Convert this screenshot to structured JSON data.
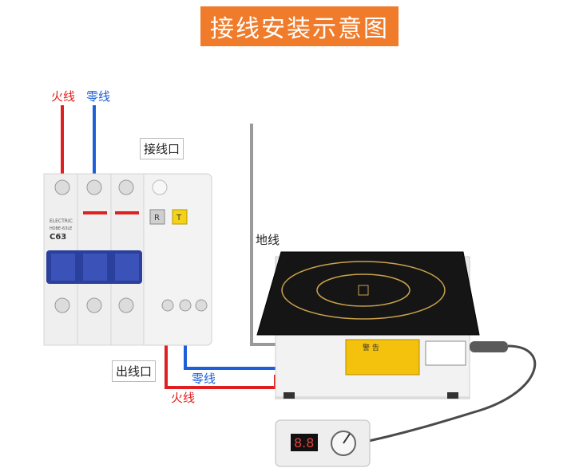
{
  "title": "接线安装示意图",
  "labels": {
    "live_top": "火线",
    "neutral_top": "零线",
    "inlet": "接线口",
    "outlet": "出线口",
    "ground": "地线",
    "neutral_bottom": "零线",
    "live_bottom": "火线"
  },
  "breaker": {
    "brand": "ELECTRIC",
    "model": "HDBE-63LE",
    "rating": "C63",
    "button_r": "R",
    "button_t": "T"
  },
  "cooktop": {
    "warning_title": "警 告"
  },
  "colors": {
    "live_wire": "#e02020",
    "neutral_wire": "#1d5fd8",
    "ground_wire": "#9a9a9a",
    "title_bg": "#f07b2a",
    "breaker_handle": "#2b3f9c",
    "cooktop_glass": "#151515",
    "coil_ring": "#c9a14a"
  }
}
